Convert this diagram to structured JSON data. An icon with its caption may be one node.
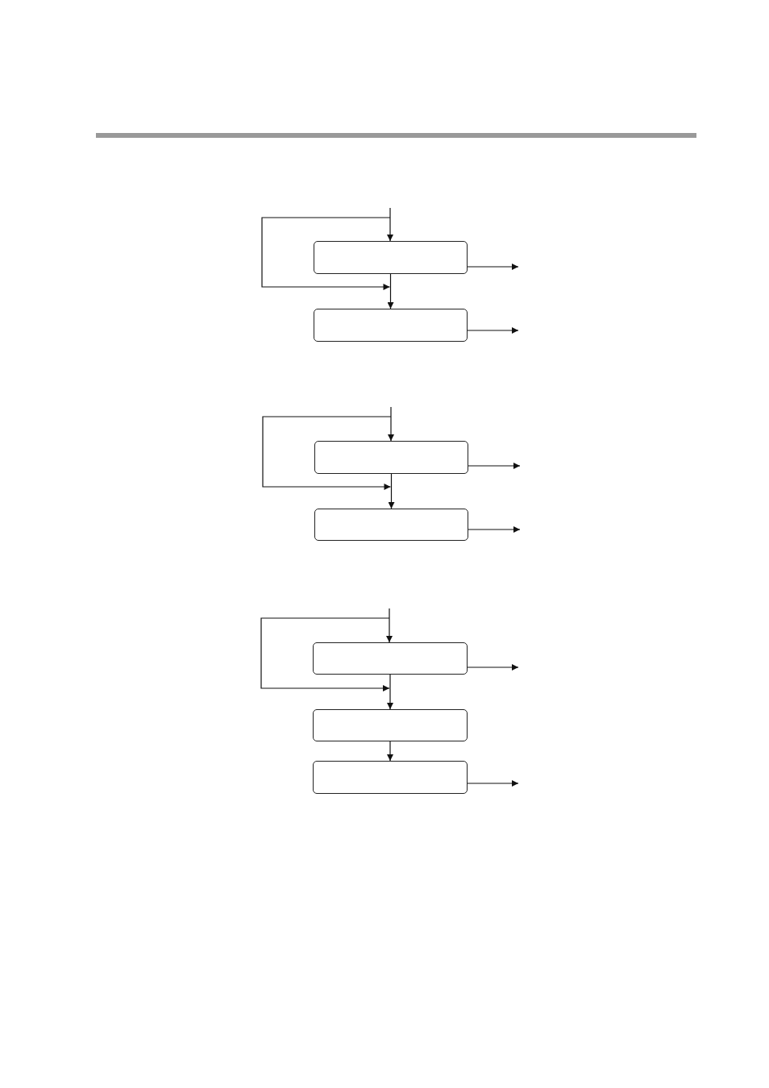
{
  "diagram": {
    "nodes": [
      {
        "text": [],
        "shape": "box"
      },
      {
        "text": [],
        "shape": "box"
      },
      {
        "text": [],
        "shape": "box"
      },
      {
        "text": [],
        "shape": "box"
      },
      {
        "text": [],
        "shape": "box"
      },
      {
        "text": [],
        "shape": "box"
      },
      {
        "text": [],
        "shape": "box"
      }
    ],
    "edges": [
      {
        "from": null,
        "to": 0,
        "arrow": "to"
      },
      {
        "from": null,
        "to": 1,
        "arrow": "to"
      },
      {
        "from": 0,
        "to": 1,
        "arrow": "to"
      },
      {
        "from": 0,
        "to": null,
        "arrow": "to"
      },
      {
        "from": 1,
        "to": null,
        "arrow": "to"
      },
      {
        "from": null,
        "to": 2,
        "arrow": "to"
      },
      {
        "from": null,
        "to": 3,
        "arrow": "to"
      },
      {
        "from": 2,
        "to": 3,
        "arrow": "to"
      },
      {
        "from": 2,
        "to": null,
        "arrow": "to"
      },
      {
        "from": 3,
        "to": null,
        "arrow": "to"
      },
      {
        "from": null,
        "to": 4,
        "arrow": "to"
      },
      {
        "from": null,
        "to": 5,
        "arrow": "to"
      },
      {
        "from": 4,
        "to": 5,
        "arrow": "to"
      },
      {
        "from": 5,
        "to": 6,
        "arrow": "to"
      },
      {
        "from": 4,
        "to": null,
        "arrow": "to"
      },
      {
        "from": 6,
        "to": null,
        "arrow": "to"
      }
    ]
  }
}
